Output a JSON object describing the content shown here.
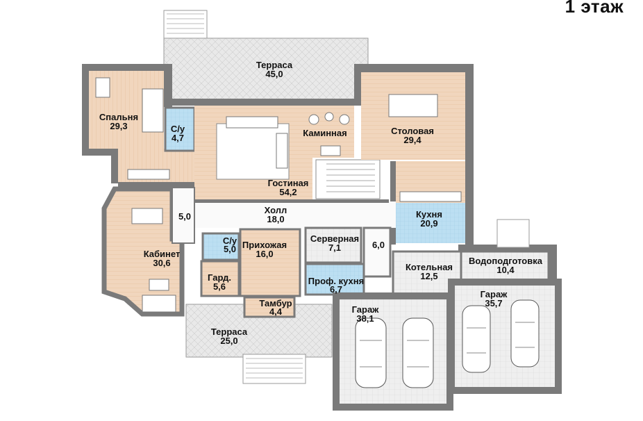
{
  "title": "1 этаж",
  "rooms": [
    {
      "id": "terrace-top",
      "name": "Терраса",
      "area": "45,0"
    },
    {
      "id": "bedroom",
      "name": "Спальня",
      "area": "29,3"
    },
    {
      "id": "wc-1",
      "name": "С/у",
      "area": "4,7"
    },
    {
      "id": "fireplace",
      "name": "Каминная",
      "area": ""
    },
    {
      "id": "dining",
      "name": "Столовая",
      "area": "29,4"
    },
    {
      "id": "living",
      "name": "Гостиная",
      "area": "54,2"
    },
    {
      "id": "hall",
      "name": "Холл",
      "area": "18,0"
    },
    {
      "id": "corridor",
      "name": "",
      "area": "5,0"
    },
    {
      "id": "kitchen",
      "name": "Кухня",
      "area": "20,9"
    },
    {
      "id": "study",
      "name": "Кабинет",
      "area": "30,6"
    },
    {
      "id": "wc-2",
      "name": "С/у",
      "area": "5,0"
    },
    {
      "id": "entrance",
      "name": "Прихожая",
      "area": "16,0"
    },
    {
      "id": "server",
      "name": "Серверная",
      "area": "7,1"
    },
    {
      "id": "pantry",
      "name": "",
      "area": "6,0"
    },
    {
      "id": "boiler",
      "name": "Котельная",
      "area": "12,5"
    },
    {
      "id": "water",
      "name": "Водоподготовка",
      "area": "10,4"
    },
    {
      "id": "wardrobe",
      "name": "Гард.",
      "area": "5,6"
    },
    {
      "id": "prof-kitchen",
      "name": "Проф. кухня",
      "area": "6,7"
    },
    {
      "id": "vestibule",
      "name": "Тамбур",
      "area": "4,4"
    },
    {
      "id": "garage-1",
      "name": "Гараж",
      "area": "38,1"
    },
    {
      "id": "garage-2",
      "name": "Гараж",
      "area": "35,7"
    },
    {
      "id": "terrace-bottom",
      "name": "Терраса",
      "area": "25,0"
    }
  ],
  "colors": {
    "wall": "#7a7a7a",
    "wood": "#f1d6bd",
    "wood_line": "#e6c4a4",
    "tile": "#bcdff2",
    "paving": "#e6e6e6",
    "floor_light": "#f6f6f6"
  }
}
